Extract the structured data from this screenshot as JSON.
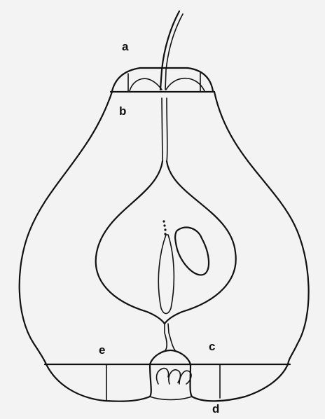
{
  "labels": {
    "a": "a",
    "b": "b",
    "c": "c",
    "d": "d",
    "e": "e"
  },
  "colors": {
    "background": "#f3f3f3",
    "ink": "#111111"
  }
}
